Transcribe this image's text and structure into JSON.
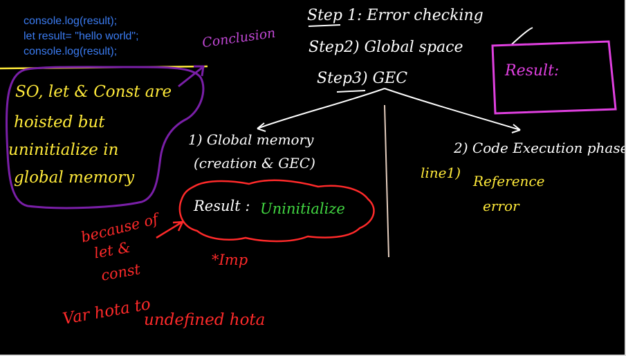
{
  "code_lines": [
    "console.log(result);",
    "let result= \"hello world\";",
    "console.log(result);"
  ],
  "steps": {
    "step1": "Step 1: Error checking",
    "step2": "Step2) Global space",
    "step3": "Step3) GEC"
  },
  "result_box": {
    "label": "Result:"
  },
  "conclusion": {
    "label": "Conclusion",
    "lines": [
      "SO, let & Const are",
      "hoisted but",
      "uninitialize in",
      "global memory"
    ]
  },
  "global_memory": {
    "title": "1) Global memory",
    "subtitle": "(creation & GEC)",
    "result_label": "Result :",
    "result_value": "Uninitialize"
  },
  "code_execution": {
    "title": "2) Code Execution phase",
    "line_ref": "line1)",
    "reference_1": "Reference",
    "reference_2": "error"
  },
  "notes": {
    "because": [
      "because of",
      "let &",
      "const"
    ],
    "imp": "*Imp",
    "var_1": "Var hota to",
    "var_2": "undefined hota"
  },
  "colors": {
    "background": "#000000",
    "code": "#3b7cf2",
    "ink_white": "#ffffff",
    "ink_yellow": "#ffea3a",
    "ink_red": "#ff2a2a",
    "ink_purple": "#7a1fa8",
    "ink_magenta": "#e040e0",
    "ink_green": "#42d842"
  }
}
